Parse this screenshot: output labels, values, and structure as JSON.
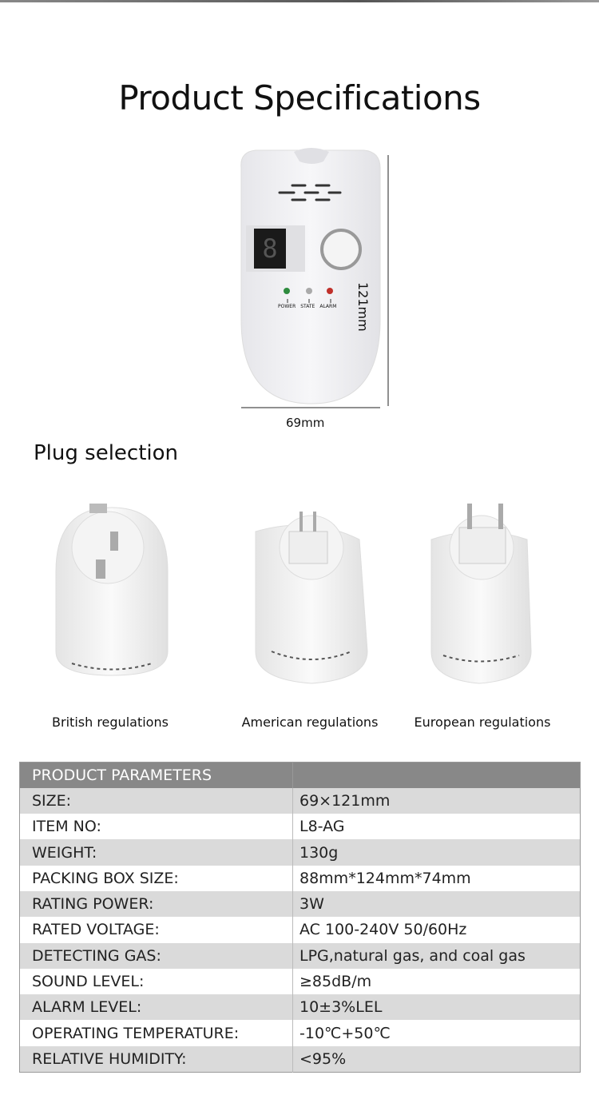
{
  "title": "Product Specifications",
  "device": {
    "width_label": "69mm",
    "height_label": "121mm",
    "leds": [
      "POWER",
      "STATE",
      "ALARM"
    ],
    "colors": {
      "power": "#2e8b3e",
      "state": "#aaaaaa",
      "alarm": "#c0302a"
    }
  },
  "plug_section": {
    "title": "Plug selection",
    "plugs": [
      {
        "label": "British regulations"
      },
      {
        "label": "American regulations"
      },
      {
        "label": "European regulations"
      }
    ]
  },
  "table": {
    "header": "PRODUCT PARAMETERS",
    "rows": [
      {
        "k": "SIZE:",
        "v": "69×121mm"
      },
      {
        "k": "ITEM NO:",
        "v": "L8-AG"
      },
      {
        "k": "WEIGHT:",
        "v": "130g"
      },
      {
        "k": "PACKING BOX SIZE:",
        "v": "88mm*124mm*74mm"
      },
      {
        "k": "RATING POWER:",
        "v": "3W"
      },
      {
        "k": "RATED VOLTAGE:",
        "v": "AC 100-240V 50/60Hz"
      },
      {
        "k": "DETECTING GAS:",
        "v": "LPG,natural gas,  and coal gas"
      },
      {
        "k": "SOUND LEVEL:",
        "v": "≥85dB/m"
      },
      {
        "k": "ALARM LEVEL:",
        "v": "10±3%LEL"
      },
      {
        "k": "OPERATING TEMPERATURE:",
        "v": "-10℃+50℃"
      },
      {
        "k": "RELATIVE HUMIDITY:",
        "v": "<95%"
      }
    ]
  }
}
